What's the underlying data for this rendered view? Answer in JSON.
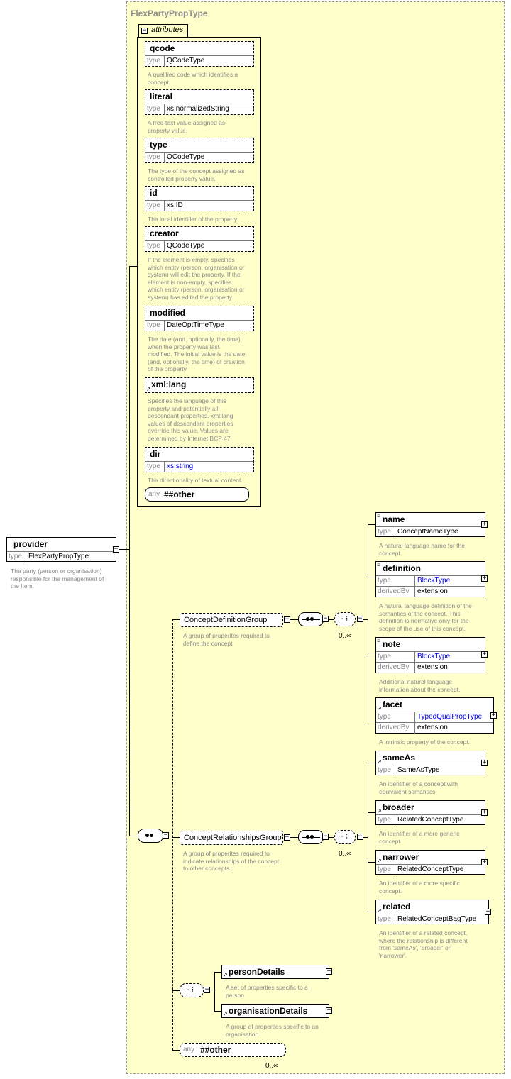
{
  "complex_type": {
    "name": "FlexPartyPropType"
  },
  "attributes_label": "attributes",
  "attributes": [
    {
      "name": "qcode",
      "type": "QCodeType",
      "doc": [
        "A qualified code which identifies a",
        "concept."
      ]
    },
    {
      "name": "literal",
      "type": "xs:normalizedString",
      "doc": [
        "A free-text value assigned as",
        "property value."
      ]
    },
    {
      "name": "type",
      "type": "QCodeType",
      "doc": [
        "The type of the concept assigned as",
        "controlled property value."
      ]
    },
    {
      "name": "id",
      "type": "xs:ID",
      "doc": [
        "The local identifier of the property."
      ]
    },
    {
      "name": "creator",
      "type": "QCodeType",
      "doc": [
        "If the element is empty, specifies",
        "which entity (person, organisation or",
        "system) will edit the property. If the",
        "element is non-empty, specifies",
        "which entity (person, organisation or",
        "system) has edited the property."
      ]
    },
    {
      "name": "modified",
      "type": "DateOptTimeType",
      "doc": [
        "The date (and, optionally, the time)",
        "when the property was last",
        "modified. The initial value is the date",
        "(and, optionally, the time) of creation",
        "of the property."
      ]
    },
    {
      "name": "xml:lang",
      "doc": [
        "Specifies the language of this",
        "property and potentially all",
        "descendant properties. xml:lang",
        "values of descendant properties",
        "override this value. Values are",
        "determined by Internet BCP 47."
      ]
    },
    {
      "name": "dir",
      "type": "xs:string",
      "doc": [
        "The directionality of textual content."
      ]
    }
  ],
  "attr_any": {
    "label": "any",
    "value": "##other"
  },
  "row_labels": {
    "type": "type",
    "derived": "derivedBy"
  },
  "provider": {
    "name": "provider",
    "type": "FlexPartyPropType",
    "doc": [
      "The party (person or organisation)",
      "responsible for the management of",
      "the Item."
    ]
  },
  "concept_definition_group": {
    "name": "ConceptDefinitionGroup",
    "doc": [
      "A group of properites required to",
      "define the concept"
    ],
    "occurs": "0..∞"
  },
  "concept_relationships_group": {
    "name": "ConceptRelationshipsGroup",
    "doc": [
      "A group of properites required to",
      "indicate relationships of the concept",
      "to other concepts"
    ],
    "occurs": "0..∞"
  },
  "definition_elements": [
    {
      "name": "name",
      "type": "ConceptNameType",
      "doc": [
        "A natural language name for the",
        "concept."
      ]
    },
    {
      "name": "definition",
      "type": "BlockType",
      "derived": "extension",
      "doc": [
        "A natural language definition of the",
        "semantics of the concept. This",
        "definition is normative only for the",
        "scope of the use of this concept."
      ]
    },
    {
      "name": "note",
      "type": "BlockType",
      "derived": "extension",
      "doc": [
        "Additional natural language",
        "information about the concept."
      ]
    },
    {
      "name": "facet",
      "type": "TypedQualPropType",
      "derived": "extension",
      "doc": [
        "A intrinsic property of the concept."
      ]
    }
  ],
  "relationship_elements": [
    {
      "name": "sameAs",
      "type": "SameAsType",
      "doc": [
        "An identifier of a concept with",
        "equivalent semantics"
      ]
    },
    {
      "name": "broader",
      "type": "RelatedConceptType",
      "doc": [
        "An identifier of a more generic",
        "concept."
      ]
    },
    {
      "name": "narrower",
      "type": "RelatedConceptType",
      "doc": [
        "An identifier of a more specific",
        "concept."
      ]
    },
    {
      "name": "related",
      "type": "RelatedConceptBagType",
      "doc": [
        "An identifier of a related concept,",
        "where the relationship is different",
        "from 'sameAs', 'broader' or",
        "'narrower'."
      ]
    }
  ],
  "choice_elements": [
    {
      "name": "personDetails",
      "doc": [
        "A set of properties specific to a",
        "person"
      ]
    },
    {
      "name": "organisationDetails",
      "doc": [
        "A group of properties specific to an",
        "organisation"
      ]
    }
  ],
  "element_any": {
    "label": "any",
    "value": "##other",
    "occurs": "0..∞"
  },
  "icons": {
    "expand": "plus-box-icon",
    "collapse": "minus-box-icon",
    "sequence": "sequence-compositor-icon",
    "choice": "choice-compositor-icon",
    "element_ref": "element-reference-arrow-icon"
  }
}
